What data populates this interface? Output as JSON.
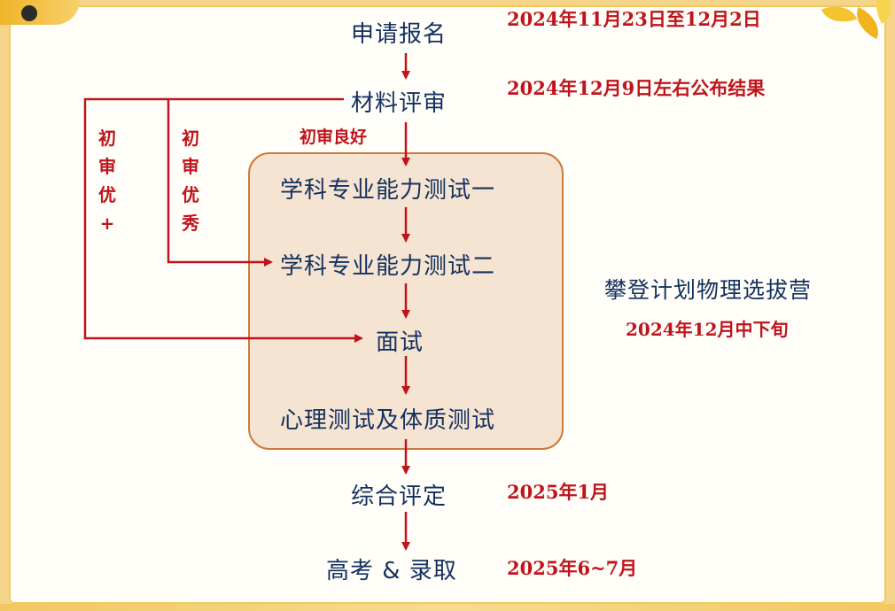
{
  "stages": {
    "apply": "申请报名",
    "review": "材料评审",
    "test1": "学科专业能力测试一",
    "test2": "学科专业能力测试二",
    "interview": "面试",
    "psych": "心理测试及体质测试",
    "eval": "综合评定",
    "final": "高考 & 录取"
  },
  "notes": {
    "apply": "2024年11月23日至12月2日",
    "review": "2024年12月9日左右公布结果",
    "eval": "2025年1月",
    "final": "2025年6~7月"
  },
  "branches": {
    "excellent_plus": "初审优+",
    "excellent": "初审优秀",
    "good": "初审良好"
  },
  "camp": {
    "title": "攀登计划物理选拔营",
    "date": "2024年12月中下旬"
  },
  "colors": {
    "arrow": "#c0141c",
    "stage_text": "#14305e",
    "box_fill": "#f6e4d3",
    "box_border": "#cc7a3a"
  }
}
